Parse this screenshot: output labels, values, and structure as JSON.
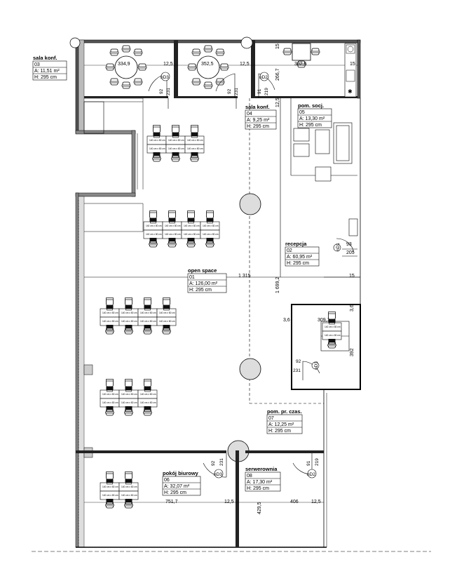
{
  "rooms": [
    {
      "id": "03",
      "name": "sala konf.",
      "area": "A: 11,51 m²",
      "height": "H: 295 cm"
    },
    {
      "id": "04",
      "name": "sala konf.",
      "area": "A: 9,25 m²",
      "height": "H: 295 cm"
    },
    {
      "id": "05",
      "name": "pom. socj.",
      "area": "A: 13,30 m²",
      "height": "H: 295 cm"
    },
    {
      "id": "02",
      "name": "recepcja",
      "area": "A: 60,95 m²",
      "height": "H: 295 cm"
    },
    {
      "id": "01",
      "name": "open space",
      "area": "A: 126,00 m²",
      "height": "H: 295 cm"
    },
    {
      "id": "07",
      "name": "pom. pr. czas.",
      "area": "A: 12,25 m²",
      "height": "H: 295 cm"
    },
    {
      "id": "06",
      "name": "pokój biurowy",
      "area": "A: 32,07 m²",
      "height": "H: 295 cm"
    },
    {
      "id": "08",
      "name": "serwerownia",
      "area": "A: 17,30 m²",
      "height": "H: 295 cm"
    }
  ],
  "desk_label": "140 cm x 80 cm",
  "door_tag": "nD3",
  "door_tag_2": "nD2",
  "door_tag_1": "nD1",
  "dims": {
    "d1": "334,9",
    "d2": "12,5",
    "d3": "352,5",
    "d4": "12,5",
    "d5": "302,5",
    "d6": "15",
    "d7": "15",
    "d8": "266,7",
    "d9": "12,5",
    "d10": "1 315",
    "d11": "15",
    "d12": "1 699,2",
    "d13": "3,6",
    "d14": "309,1",
    "d15": "3,6",
    "d16": "392",
    "d17": "751,7",
    "d18": "12,5",
    "d19": "406",
    "d20": "12,5",
    "d21": "429,5",
    "d22": "93",
    "d23": "205",
    "dw1a": "92",
    "dw1b": "231",
    "dw2a": "92",
    "dw2b": "231",
    "dw3a": "91",
    "dw3b": "219",
    "dw4a": "92",
    "dw4b": "231",
    "dw5a": "92",
    "dw5b": "231",
    "dw6a": "91",
    "dw6b": "219"
  }
}
